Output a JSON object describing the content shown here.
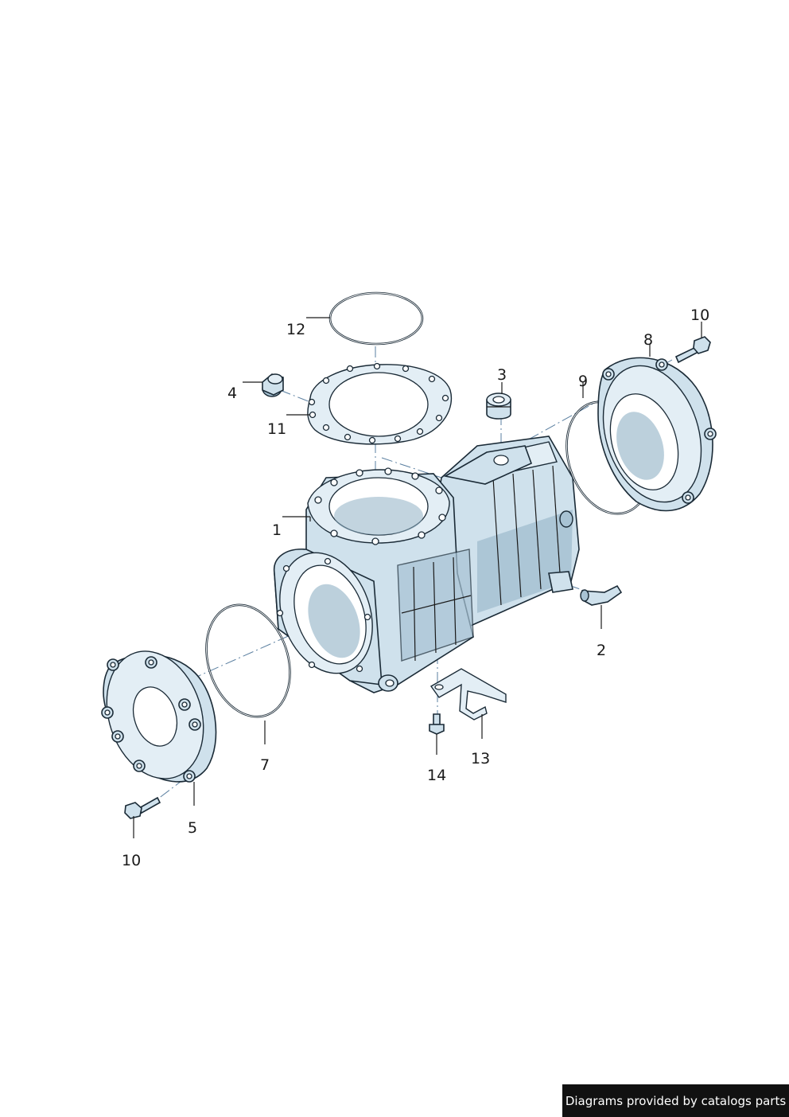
{
  "diagram": {
    "callouts": {
      "c1": "1",
      "c2": "2",
      "c3": "3",
      "c4": "4",
      "c5": "5",
      "c7": "7",
      "c8": "8",
      "c9": "9",
      "c10a": "10",
      "c10b": "10",
      "c11": "11",
      "c12": "12",
      "c13": "13",
      "c14": "14"
    }
  },
  "footer": {
    "credit": "Diagrams provided by catalogs parts"
  },
  "colors": {
    "part_fill": "#cfe1ec",
    "outline": "#1a2a36",
    "footer_bg": "#111111"
  }
}
